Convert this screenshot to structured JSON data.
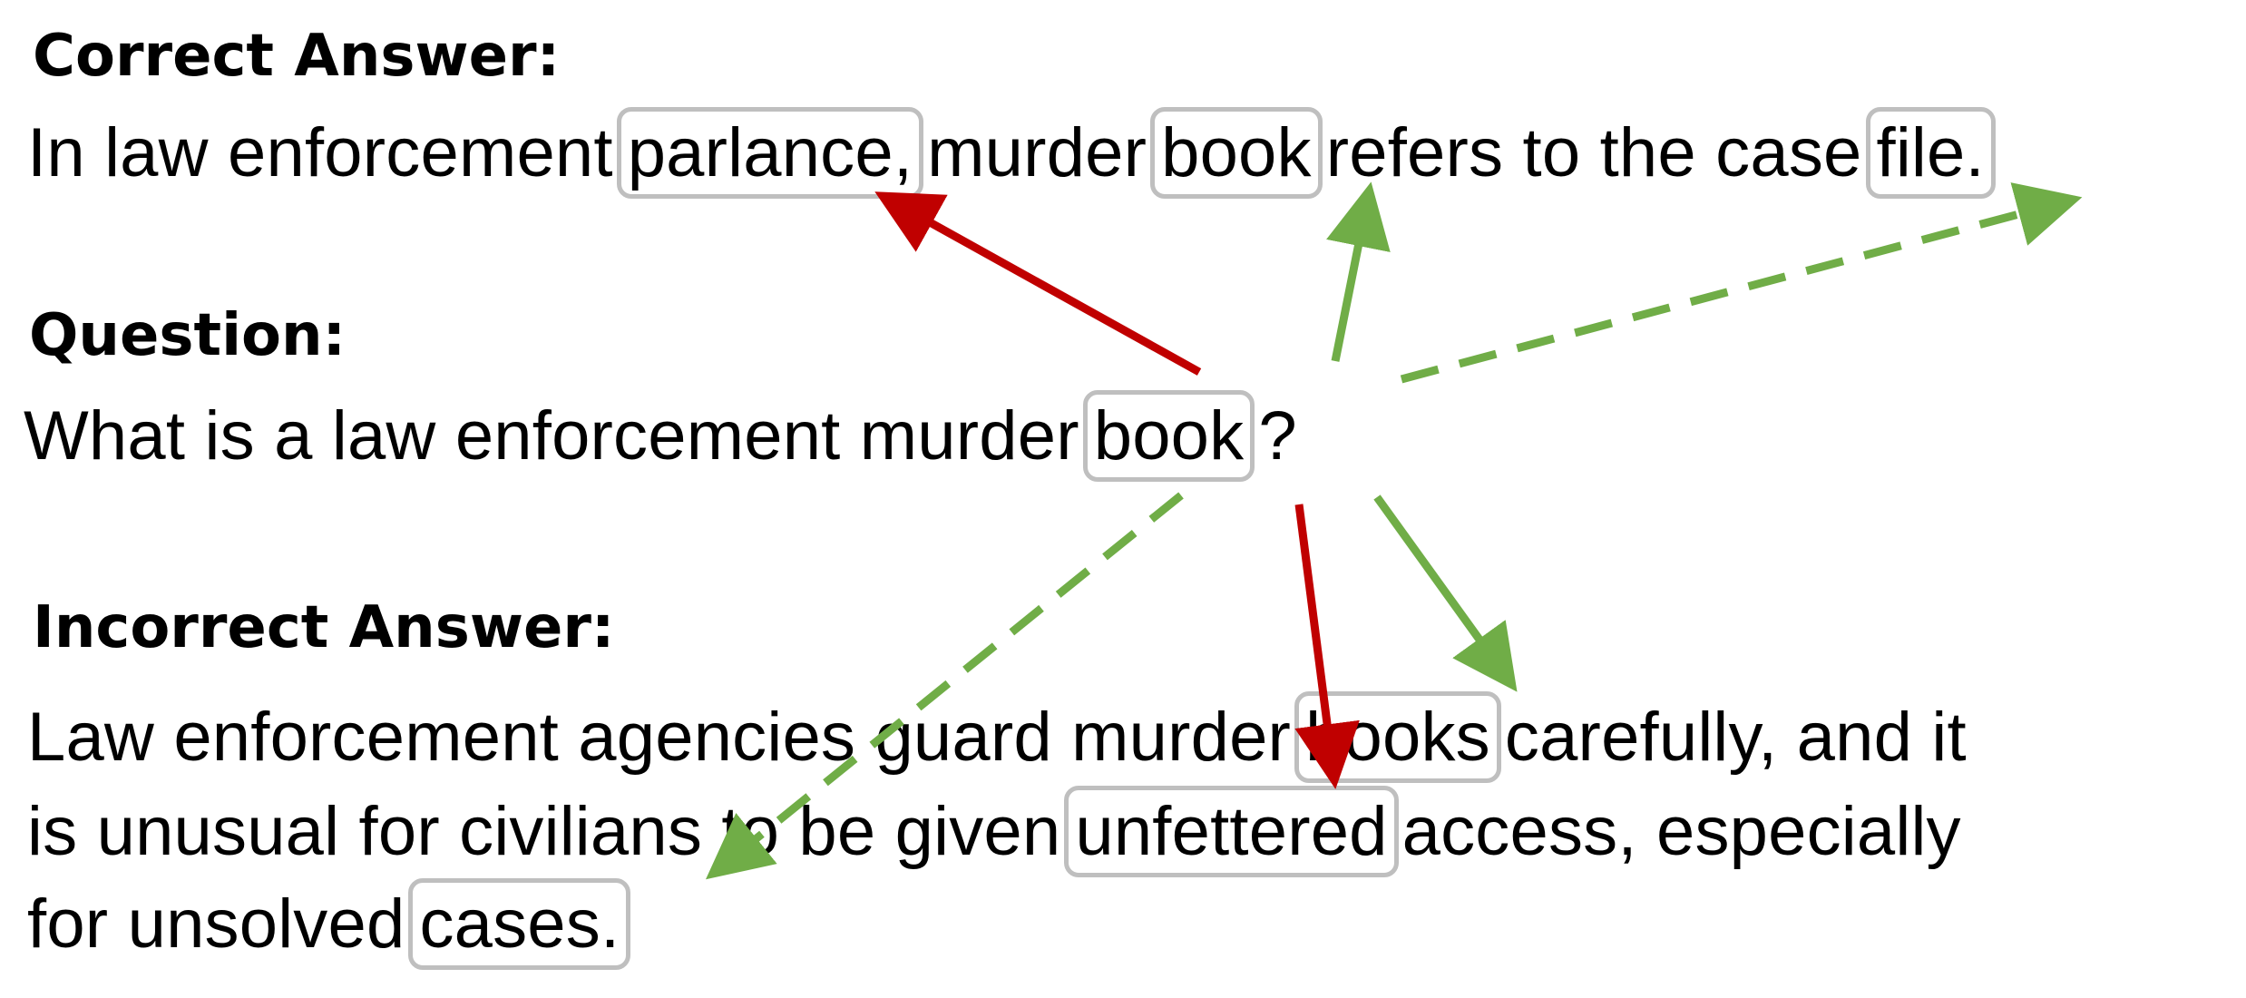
{
  "colors": {
    "box_border": "#bfbfbf",
    "red_arrow": "#c00000",
    "green_arrow": "#70ad47"
  },
  "correct": {
    "heading": "Correct Answer:",
    "t1": "In law enforcement",
    "w_parlance": "parlance,",
    "t2": "murder",
    "w_book": "book",
    "t3": "refers to the case",
    "w_file": "file."
  },
  "question": {
    "heading": "Question:",
    "t1": "What is a law enforcement murder",
    "w_book": "book",
    "t2": "?"
  },
  "incorrect": {
    "heading": "Incorrect Answer:",
    "l1_t1": "Law enforcement agencies guard murder",
    "w_books": "books",
    "l1_t2": "carefully, and it",
    "l2_t1": "is unusual for civilians to be given",
    "w_unfettered": "unfettered",
    "l2_t2": "access, especially",
    "l3_t1": "for unsolved",
    "w_cases": "cases."
  },
  "links": [
    {
      "to": "parlance,",
      "color": "red",
      "style": "solid"
    },
    {
      "to": "book",
      "color": "green",
      "style": "solid"
    },
    {
      "to": "file.",
      "color": "green",
      "style": "dashed"
    },
    {
      "to": "books",
      "color": "green",
      "style": "solid"
    },
    {
      "to": "unfettered",
      "color": "red",
      "style": "solid"
    },
    {
      "to": "cases.",
      "color": "green",
      "style": "dashed"
    }
  ]
}
